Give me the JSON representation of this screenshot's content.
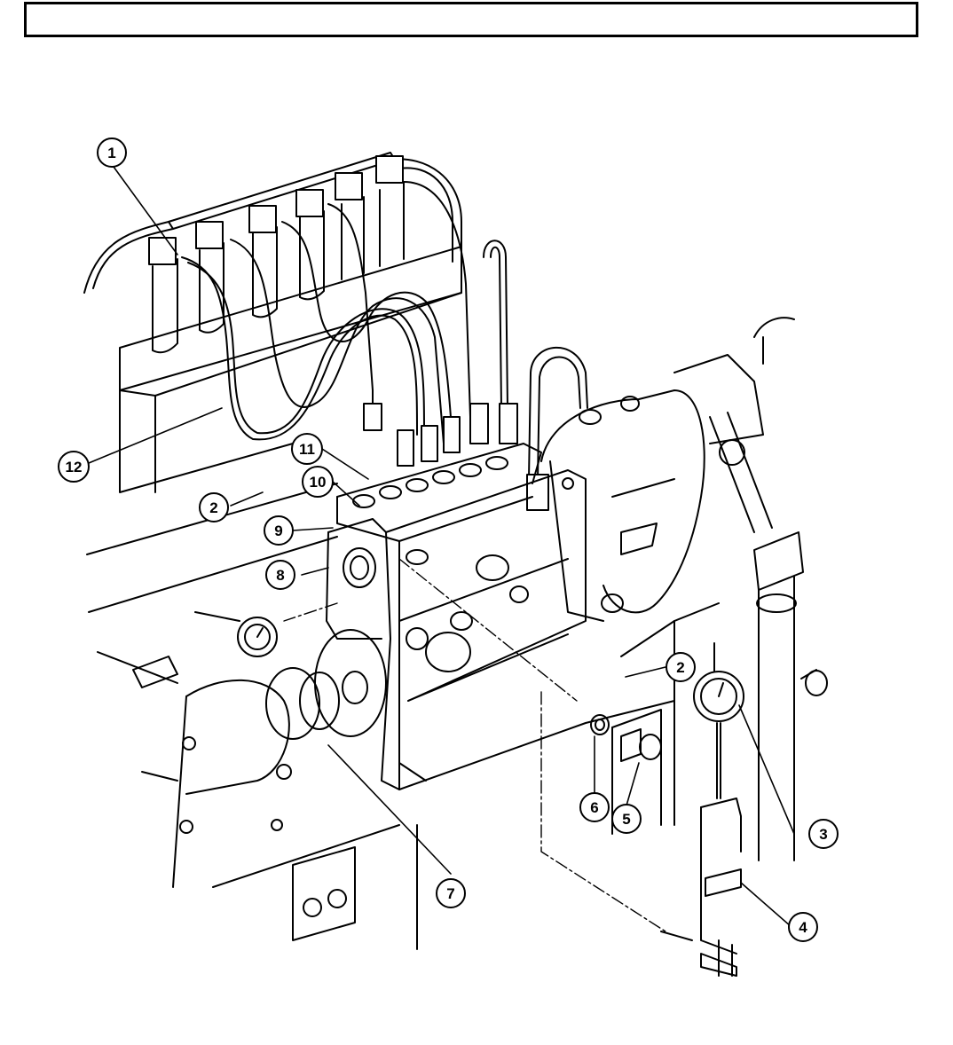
{
  "header": {
    "title": ""
  },
  "callouts": [
    {
      "label": "1"
    },
    {
      "label": "2"
    },
    {
      "label": "2"
    },
    {
      "label": "3"
    },
    {
      "label": "4"
    },
    {
      "label": "5"
    },
    {
      "label": "6"
    },
    {
      "label": "7"
    },
    {
      "label": "8"
    },
    {
      "label": "9"
    },
    {
      "label": "10"
    },
    {
      "label": "11"
    },
    {
      "label": "12"
    }
  ],
  "colors": {
    "line": "#000000",
    "background": "#ffffff"
  }
}
